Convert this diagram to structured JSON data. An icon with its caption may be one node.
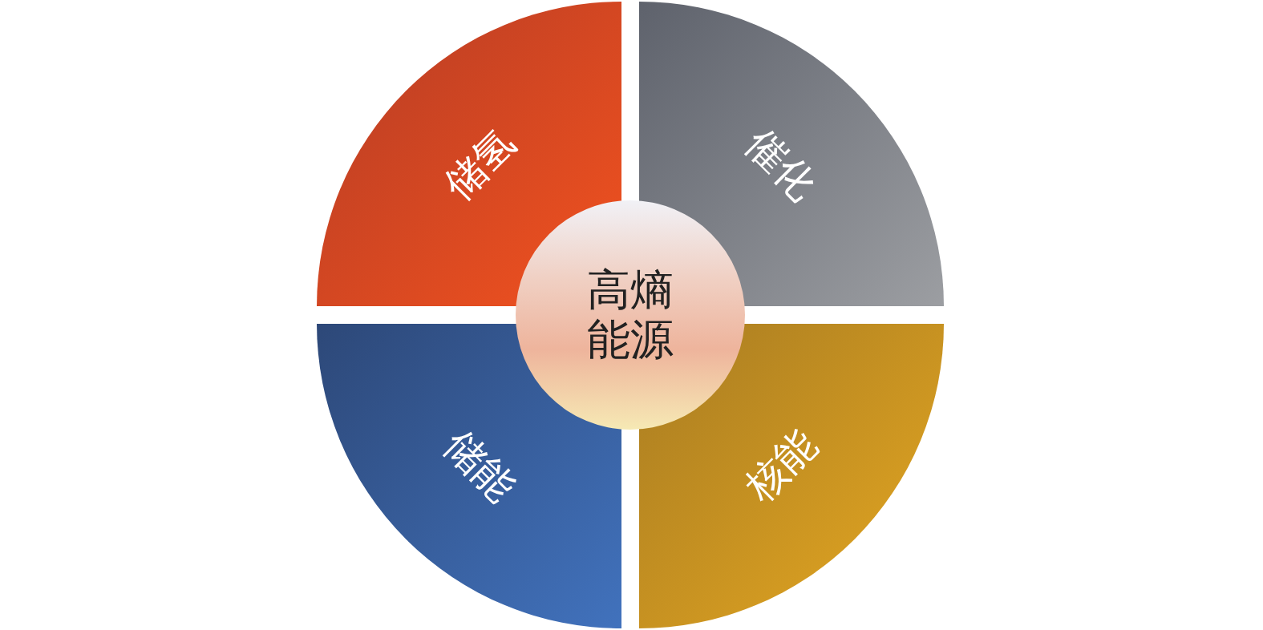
{
  "diagram": {
    "nodes": [
      {
        "text": [
          "储氢"
        ]
      },
      {
        "text": [
          "催化"
        ]
      },
      {
        "text": [
          "高熵能源"
        ]
      },
      {
        "text": [
          "储能"
        ]
      },
      {
        "text": [
          "核能"
        ]
      }
    ]
  }
}
